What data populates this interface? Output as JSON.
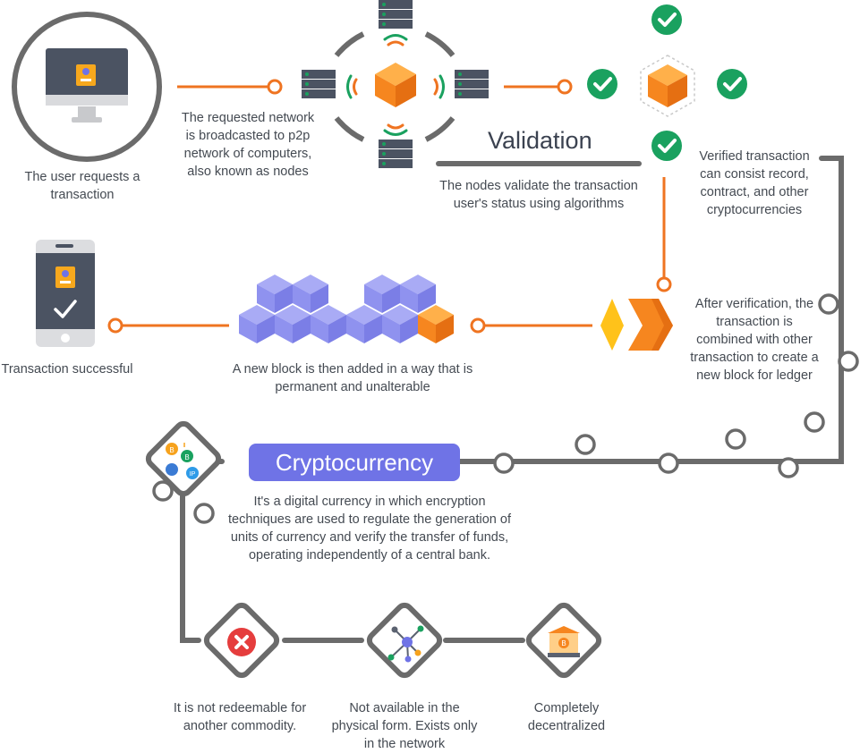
{
  "steps": {
    "user_request": "The user requests a transaction",
    "broadcast": "The requested network is broadcasted to p2p network of computers, also known as nodes",
    "validation_title": "Validation",
    "validation_desc": "The nodes validate the transaction user's status using algorithms",
    "verified": "Verified transaction can consist record, contract, and other cryptocurrencies",
    "after_verification": "After verification, the transaction is combined with other transaction to create a new block for ledger",
    "new_block": "A new block is then added in a way that is permanent and unalterable",
    "success": "Transaction successful"
  },
  "crypto": {
    "title": "Cryptocurrency",
    "desc": "It's a digital currency in which encryption techniques are used to regulate the generation of units of currency and verify the transfer of funds, operating independently of a central bank.",
    "features": [
      {
        "label": "It is not redeemable for another commodity.",
        "icon": "x-circle-icon"
      },
      {
        "label": "Not available in the physical form. Exists only in the network",
        "icon": "network-icon"
      },
      {
        "label": "Completely decentralized",
        "icon": "bank-icon"
      }
    ]
  },
  "colors": {
    "orange": "#ef7421",
    "gray": "#6b6b6b",
    "purple": "#6f73e6",
    "green": "#1aa15f",
    "cube_orange": "#f6861f",
    "block_purple": "#8f92ef"
  }
}
